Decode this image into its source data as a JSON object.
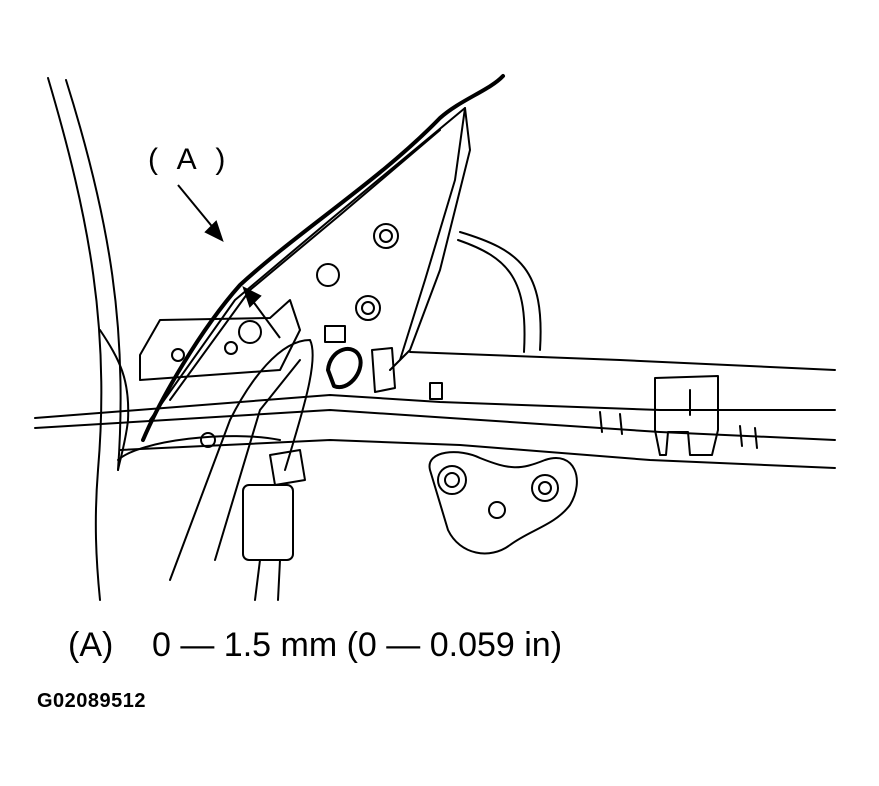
{
  "callout": {
    "label": "( A )"
  },
  "caption": {
    "tag": "(A)",
    "text": "0 — 1.5 mm (0 — 0.059 in)"
  },
  "figure_id": "G02089512"
}
